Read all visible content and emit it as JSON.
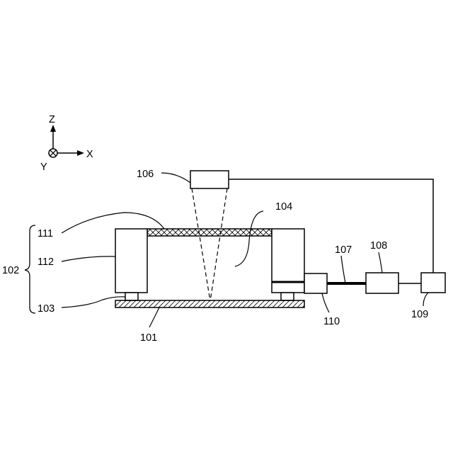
{
  "axes": {
    "z": "Z",
    "x": "X",
    "y": "Y"
  },
  "labels": {
    "l106": "106",
    "l104": "104",
    "l111": "111",
    "l112": "112",
    "l102": "102",
    "l103": "103",
    "l101": "101",
    "l107": "107",
    "l108": "108",
    "l109": "109",
    "l110": "110"
  }
}
